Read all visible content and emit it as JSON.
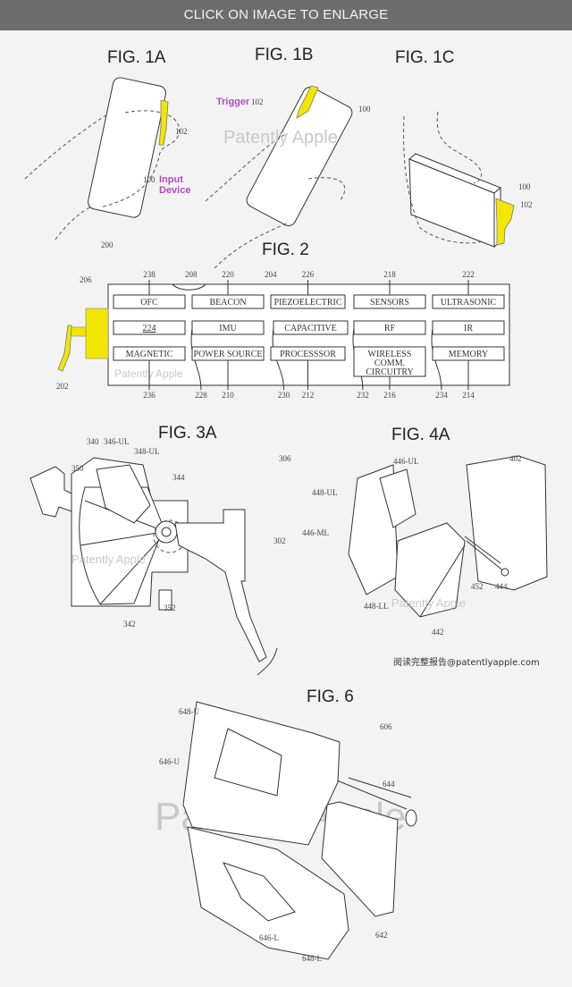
{
  "banner": {
    "label": "CLICK ON IMAGE TO ENLARGE"
  },
  "watermark": "Patently Apple",
  "fig1a": {
    "title": "FIG. 1A",
    "ref_device": "100",
    "ref_trigger": "102",
    "callout_line1": "Input",
    "callout_line2": "Device"
  },
  "fig1b": {
    "title": "FIG. 1B",
    "ref_device": "100",
    "ref_trigger": "102",
    "callout": "Trigger"
  },
  "fig1c": {
    "title": "FIG. 1C",
    "ref_device": "100",
    "ref_trigger": "102"
  },
  "fig2": {
    "title": "FIG. 2",
    "refs": {
      "system": "200",
      "grip": "206",
      "trigger": "202",
      "housing": "204",
      "window": "208"
    },
    "rows": [
      [
        {
          "label": "OFC",
          "ref": "238"
        },
        {
          "label": "BEACON",
          "ref": "220"
        },
        {
          "label": "PIEZOELECTRIC",
          "ref": "226"
        },
        {
          "label": "SENSORS",
          "ref": "218"
        },
        {
          "label": "ULTRASONIC",
          "ref": "222"
        }
      ],
      [
        {
          "label": "224",
          "ref": ""
        },
        {
          "label": "IMU",
          "ref": "228"
        },
        {
          "label": "CAPACITIVE",
          "ref": "230"
        },
        {
          "label": "RF",
          "ref": "232"
        },
        {
          "label": "IR",
          "ref": "234"
        }
      ],
      [
        {
          "label": "MAGNETIC",
          "ref": "236"
        },
        {
          "label": "POWER SOURCE",
          "ref": "210"
        },
        {
          "label": "PROCESSSOR",
          "ref": "212"
        },
        {
          "label": "WIRELESS",
          "label2": "COMM.",
          "label3": "CIRCUITRY",
          "ref": "216"
        },
        {
          "label": "MEMORY",
          "ref": "214"
        }
      ]
    ]
  },
  "fig3a": {
    "title": "FIG. 3A",
    "refs": [
      "340",
      "346-UL",
      "348-UL",
      "350",
      "344",
      "306",
      "302",
      "352",
      "342"
    ]
  },
  "fig4a": {
    "title": "FIG. 4A",
    "refs": [
      "446-UL",
      "448-UL",
      "446-ML",
      "402",
      "448-LL",
      "452",
      "444",
      "442"
    ]
  },
  "footer_note": "阅读完整报告@patentlyapple.com",
  "fig6": {
    "title": "FIG. 6",
    "refs": [
      "648-U",
      "646-U",
      "606",
      "644",
      "646-L",
      "648-L",
      "642"
    ]
  },
  "colors": {
    "banner": "#6d6d6d",
    "highlight": "#f2e600",
    "callout": "#b04cc0"
  }
}
